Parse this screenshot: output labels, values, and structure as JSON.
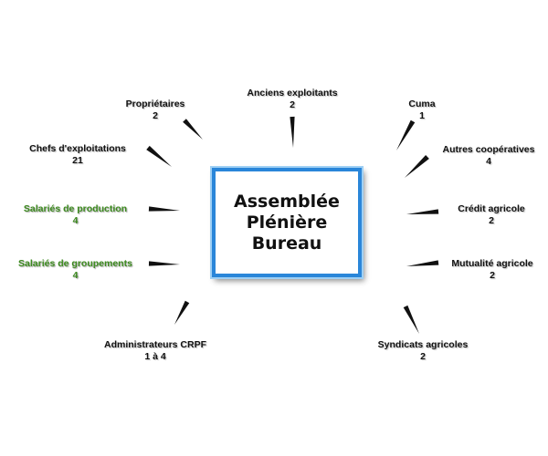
{
  "center": {
    "lines": [
      "Assemblée",
      "Plénière",
      "Bureau"
    ]
  },
  "colors": {
    "box_border": "#2a86d9",
    "dark_text": "#111111",
    "green_text": "#3c8a1e"
  },
  "nodes": [
    {
      "id": "proprietaires",
      "label": "Propriétaires",
      "value": "2",
      "tone": "dark"
    },
    {
      "id": "anciens-exploitants",
      "label": "Anciens exploitants",
      "value": "2",
      "tone": "dark"
    },
    {
      "id": "cuma",
      "label": "Cuma",
      "value": "1",
      "tone": "dark"
    },
    {
      "id": "chefs-exploitations",
      "label": "Chefs d'exploitations",
      "value": "21",
      "tone": "dark"
    },
    {
      "id": "autres-cooperatives",
      "label": "Autres coopératives",
      "value": "4",
      "tone": "dark"
    },
    {
      "id": "salaries-production",
      "label": "Salariés de production",
      "value": "4",
      "tone": "green"
    },
    {
      "id": "credit-agricole",
      "label": "Crédit agricole",
      "value": "2",
      "tone": "dark"
    },
    {
      "id": "salaries-groupements",
      "label": "Salariés de groupements",
      "value": "4",
      "tone": "green"
    },
    {
      "id": "mutualite-agricole",
      "label": "Mutualité agricole",
      "value": "2",
      "tone": "dark"
    },
    {
      "id": "administrateurs-crpf",
      "label": "Administrateurs CRPF",
      "value": "1 à 4",
      "tone": "dark"
    },
    {
      "id": "syndicats-agricoles",
      "label": "Syndicats agricoles",
      "value": "2",
      "tone": "dark"
    }
  ]
}
